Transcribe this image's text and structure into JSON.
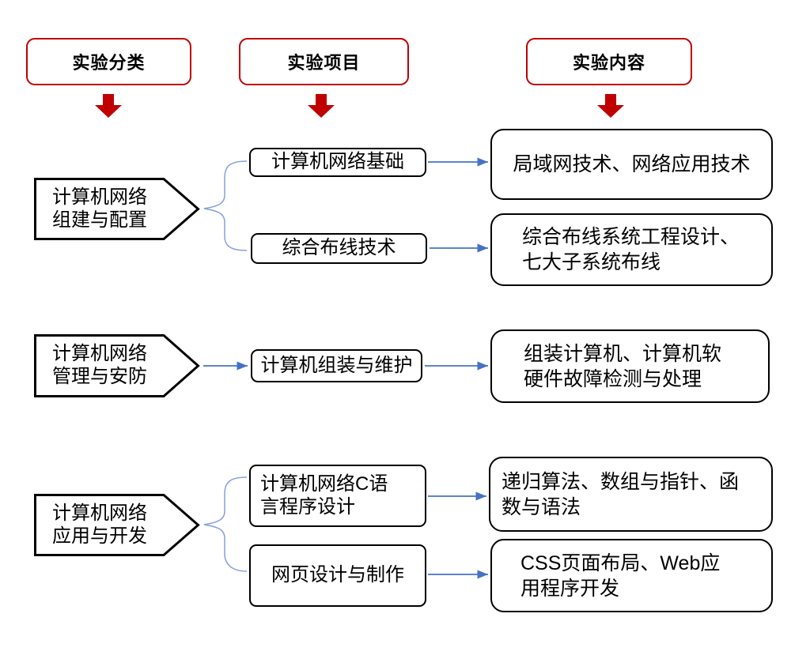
{
  "headers": [
    {
      "label": "实验分类"
    },
    {
      "label": "实验项目"
    },
    {
      "label": "实验内容"
    }
  ],
  "groups": [
    {
      "category": "计算机网络\n组建与配置",
      "projects": [
        {
          "name": "计算机网络基础",
          "content": "局域网技术、网络应用技术"
        },
        {
          "name": "综合布线技术",
          "content": "综合布线系统工程设计、\n七大子系统布线"
        }
      ]
    },
    {
      "category": "计算机网络\n管理与安防",
      "projects": [
        {
          "name": "计算机组装与维护",
          "content": "组装计算机、计算机软\n硬件故障检测与处理"
        }
      ]
    },
    {
      "category": "计算机网络\n应用与开发",
      "projects": [
        {
          "name": "计算机网络C语\n言程序设计",
          "content": "递归算法、数组与指针、函\n数与语法"
        },
        {
          "name": "网页设计与制作",
          "content": "CSS页面布局、Web应\n用程序开发"
        }
      ]
    }
  ],
  "colors": {
    "header_red": "#c00000",
    "arrow_red": "#c00000",
    "connector_blue": "#4472c4",
    "brace_blue": "#85a1da",
    "node_border": "#000000",
    "background": "#ffffff"
  }
}
